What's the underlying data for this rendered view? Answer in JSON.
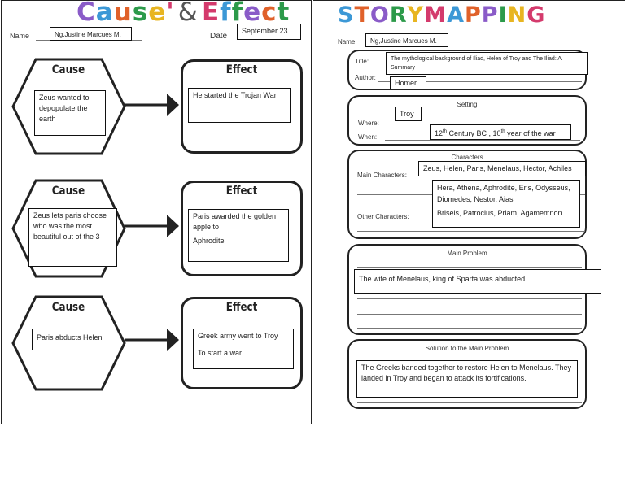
{
  "cause_effect": {
    "title_letters": [
      {
        "ch": "C",
        "color": "#8a5bc8"
      },
      {
        "ch": "a",
        "color": "#3c98d6"
      },
      {
        "ch": "u",
        "color": "#e0612a"
      },
      {
        "ch": "s",
        "color": "#2c9a4a"
      },
      {
        "ch": "e",
        "color": "#e8b521"
      },
      {
        "ch": "'",
        "color": "#d43a6c"
      }
    ],
    "title_amp": "&",
    "title_letters2": [
      {
        "ch": "E",
        "color": "#d43a6c"
      },
      {
        "ch": "f",
        "color": "#3c98d6"
      },
      {
        "ch": "f",
        "color": "#2c9a4a"
      },
      {
        "ch": "e",
        "color": "#8a5bc8"
      },
      {
        "ch": "c",
        "color": "#e0612a"
      },
      {
        "ch": "t",
        "color": "#2c9a4a"
      }
    ],
    "name_label": "Name",
    "name_value": "Ng,Justine Marcues M.",
    "date_label": "Date",
    "date_value": "September 23",
    "cause_label": "Cause",
    "effect_label": "Effect",
    "rows": [
      {
        "cause": "Zeus wanted to depopulate the earth",
        "effect": "He started the Trojan War",
        "effect2": ""
      },
      {
        "cause": "Zeus lets paris choose who was the most beautiful out of the 3",
        "effect": "Paris awarded the golden apple to",
        "effect2": "Aphrodite"
      },
      {
        "cause": "Paris abducts Helen",
        "effect": "Greek army went to Troy",
        "effect2": "To start a war"
      }
    ]
  },
  "story_map": {
    "title_letters": [
      {
        "ch": "S",
        "color": "#3c98d6"
      },
      {
        "ch": "T",
        "color": "#e0612a"
      },
      {
        "ch": "O",
        "color": "#8a5bc8"
      },
      {
        "ch": "R",
        "color": "#2c9a4a"
      },
      {
        "ch": "Y",
        "color": "#e8b521"
      },
      {
        "ch": " ",
        "color": "#ffffff"
      },
      {
        "ch": "M",
        "color": "#d43a6c"
      },
      {
        "ch": "A",
        "color": "#3c98d6"
      },
      {
        "ch": "P",
        "color": "#e0612a"
      },
      {
        "ch": "P",
        "color": "#8a5bc8"
      },
      {
        "ch": "I",
        "color": "#2c9a4a"
      },
      {
        "ch": "N",
        "color": "#e8b521"
      },
      {
        "ch": "G",
        "color": "#d43a6c"
      }
    ],
    "name_label": "Name:",
    "name_value": "Ng,Justine Marcues M.",
    "title_label": "Title:",
    "title_value": "The mythological background of Iliad, Helen of Troy and The Iliad: A Summary",
    "author_label": "Author:",
    "author_value": "Homer",
    "setting_head": "Setting",
    "where_label": "Where:",
    "where_value": "Troy",
    "when_label": "When:",
    "when_value_a": "12",
    "when_sup_a": "th",
    "when_value_b": " Century BC , 10",
    "when_sup_b": "th",
    "when_value_c": " year of the war",
    "characters_head": "Characters",
    "main_chars_label": "Main Characters:",
    "main_chars_value": "Zeus, Helen, Paris, Menelaus, Hector, Achiles",
    "other_chars_label": "Other Characters:",
    "other_chars_value_1": "Hera, Athena, Aphrodite, Eris, Odysseus, Diomedes, Nestor, Aias",
    "other_chars_value_2": "Briseis, Patroclus, Priam, Agamemnon",
    "problem_head": "Main Problem",
    "problem_value": "The wife of Menelaus, king of Sparta was abducted.",
    "solution_head": "Solution to the Main Problem",
    "solution_value": "The Greeks banded together to restore Helen to Menelaus. They landed in Troy and began to attack its fortifications."
  }
}
